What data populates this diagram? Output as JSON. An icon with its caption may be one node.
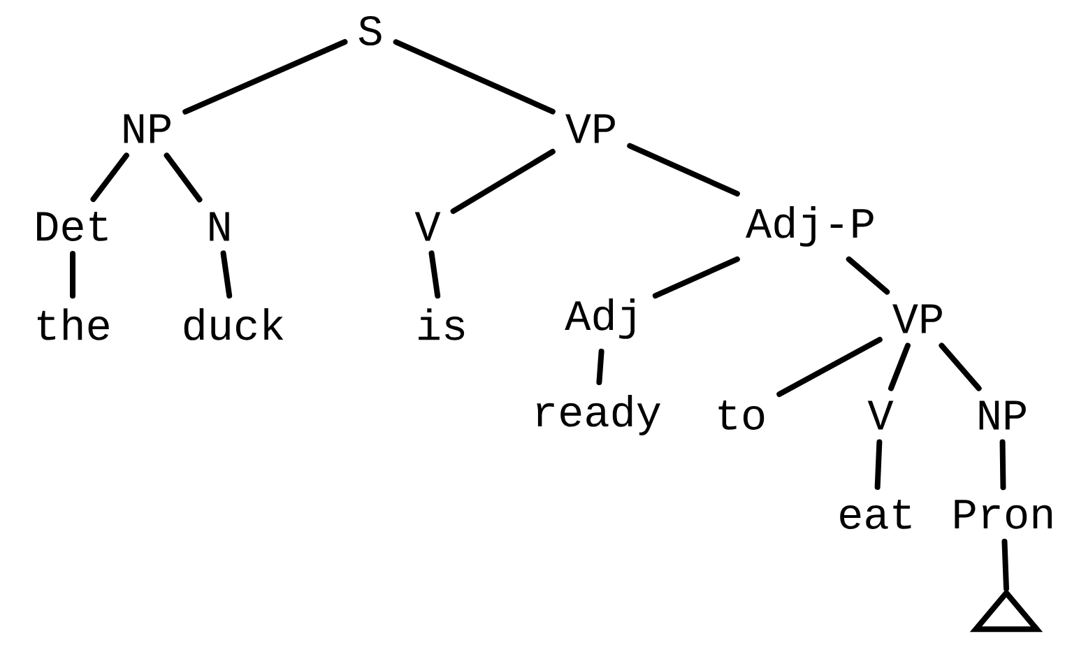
{
  "diagram": {
    "nodes": [
      {
        "text": [
          "S"
        ]
      },
      {
        "text": [
          "NP"
        ]
      },
      {
        "text": [
          "VP"
        ]
      },
      {
        "text": [
          "Det"
        ]
      },
      {
        "text": [
          "N"
        ]
      },
      {
        "text": [
          "V"
        ]
      },
      {
        "text": [
          "Adj-P"
        ]
      },
      {
        "text": [
          "the"
        ]
      },
      {
        "text": [
          "duck"
        ]
      },
      {
        "text": [
          "is"
        ]
      },
      {
        "text": [
          "Adj"
        ]
      },
      {
        "text": [
          "VP"
        ]
      },
      {
        "text": [
          "ready"
        ]
      },
      {
        "text": [
          "to"
        ]
      },
      {
        "text": [
          "V"
        ]
      },
      {
        "text": [
          "NP"
        ]
      },
      {
        "text": [
          "eat"
        ]
      },
      {
        "text": [
          "Pron"
        ]
      },
      {
        "text": [],
        "shape": "triangle"
      }
    ],
    "edges": [
      {
        "from": 0,
        "to": 1,
        "arrow": "none"
      },
      {
        "from": 0,
        "to": 2,
        "arrow": "none"
      },
      {
        "from": 1,
        "to": 3,
        "arrow": "none"
      },
      {
        "from": 1,
        "to": 4,
        "arrow": "none"
      },
      {
        "from": 2,
        "to": 5,
        "arrow": "none"
      },
      {
        "from": 2,
        "to": 6,
        "arrow": "none"
      },
      {
        "from": 3,
        "to": 7,
        "arrow": "none"
      },
      {
        "from": 4,
        "to": 8,
        "arrow": "none"
      },
      {
        "from": 5,
        "to": 9,
        "arrow": "none"
      },
      {
        "from": 6,
        "to": 10,
        "arrow": "none"
      },
      {
        "from": 6,
        "to": 11,
        "arrow": "none"
      },
      {
        "from": 10,
        "to": 12,
        "arrow": "none"
      },
      {
        "from": 11,
        "to": 13,
        "arrow": "none"
      },
      {
        "from": 11,
        "to": 14,
        "arrow": "none"
      },
      {
        "from": 11,
        "to": 15,
        "arrow": "none"
      },
      {
        "from": 14,
        "to": 16,
        "arrow": "none"
      },
      {
        "from": 15,
        "to": 17,
        "arrow": "none"
      },
      {
        "from": 17,
        "to": 18,
        "arrow": "none"
      }
    ]
  }
}
